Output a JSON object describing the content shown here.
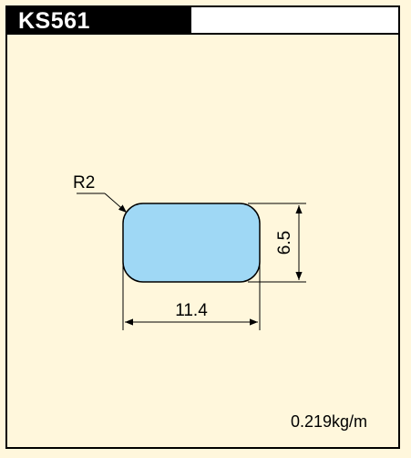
{
  "title": "KS561",
  "dimensions": {
    "width": "11.4",
    "height": "6.5",
    "radius": "R2"
  },
  "weight": "0.219kg/m",
  "colors": {
    "profile_fill": "#9fd8f5",
    "background": "#fff7dc",
    "ink": "#000000"
  }
}
